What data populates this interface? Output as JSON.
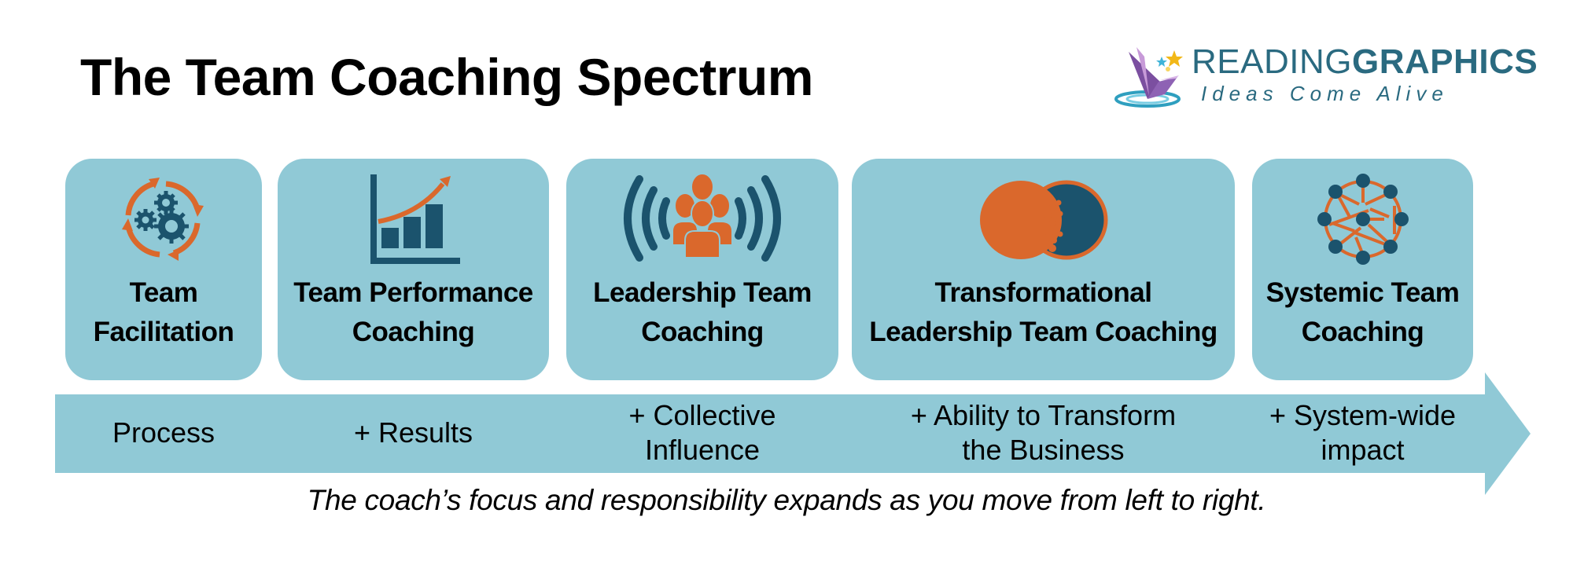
{
  "header": {
    "title": "The Team Coaching Spectrum"
  },
  "logo": {
    "word_light": "READING",
    "word_bold": "GRAPHICS",
    "tagline": "Ideas Come Alive",
    "colors": {
      "text": "#2a6a80",
      "book": "#7b4fa0",
      "star_gold": "#f2b817",
      "star_blue": "#3fb3d8",
      "water": "#2f9fbf"
    }
  },
  "colors": {
    "card_fill": "#90c9d6",
    "icon_dark": "#1b536d",
    "icon_orange": "#da682c",
    "text": "#000000"
  },
  "cards": [
    {
      "label_line1": "Team",
      "label_line2": "Facilitation",
      "icon": "gears-cycle-icon"
    },
    {
      "label_line1": "Team Performance",
      "label_line2": "Coaching",
      "icon": "growth-bar-chart-icon"
    },
    {
      "label_line1": "Leadership Team",
      "label_line2": "Coaching",
      "icon": "broadcasting-team-icon"
    },
    {
      "label_line1": "Transformational",
      "label_line2": "Leadership Team Coaching",
      "icon": "merging-circles-icon"
    },
    {
      "label_line1": "Systemic Team",
      "label_line2": "Coaching",
      "icon": "network-icon"
    }
  ],
  "stages": [
    {
      "line1": "Process",
      "line2": ""
    },
    {
      "line1": "+ Results",
      "line2": ""
    },
    {
      "line1": "+ Collective",
      "line2": "Influence"
    },
    {
      "line1": "+ Ability to Transform",
      "line2": "the Business"
    },
    {
      "line1": "+ System-wide",
      "line2": "impact"
    }
  ],
  "caption": "The coach’s focus and responsibility expands as you move from left to right."
}
